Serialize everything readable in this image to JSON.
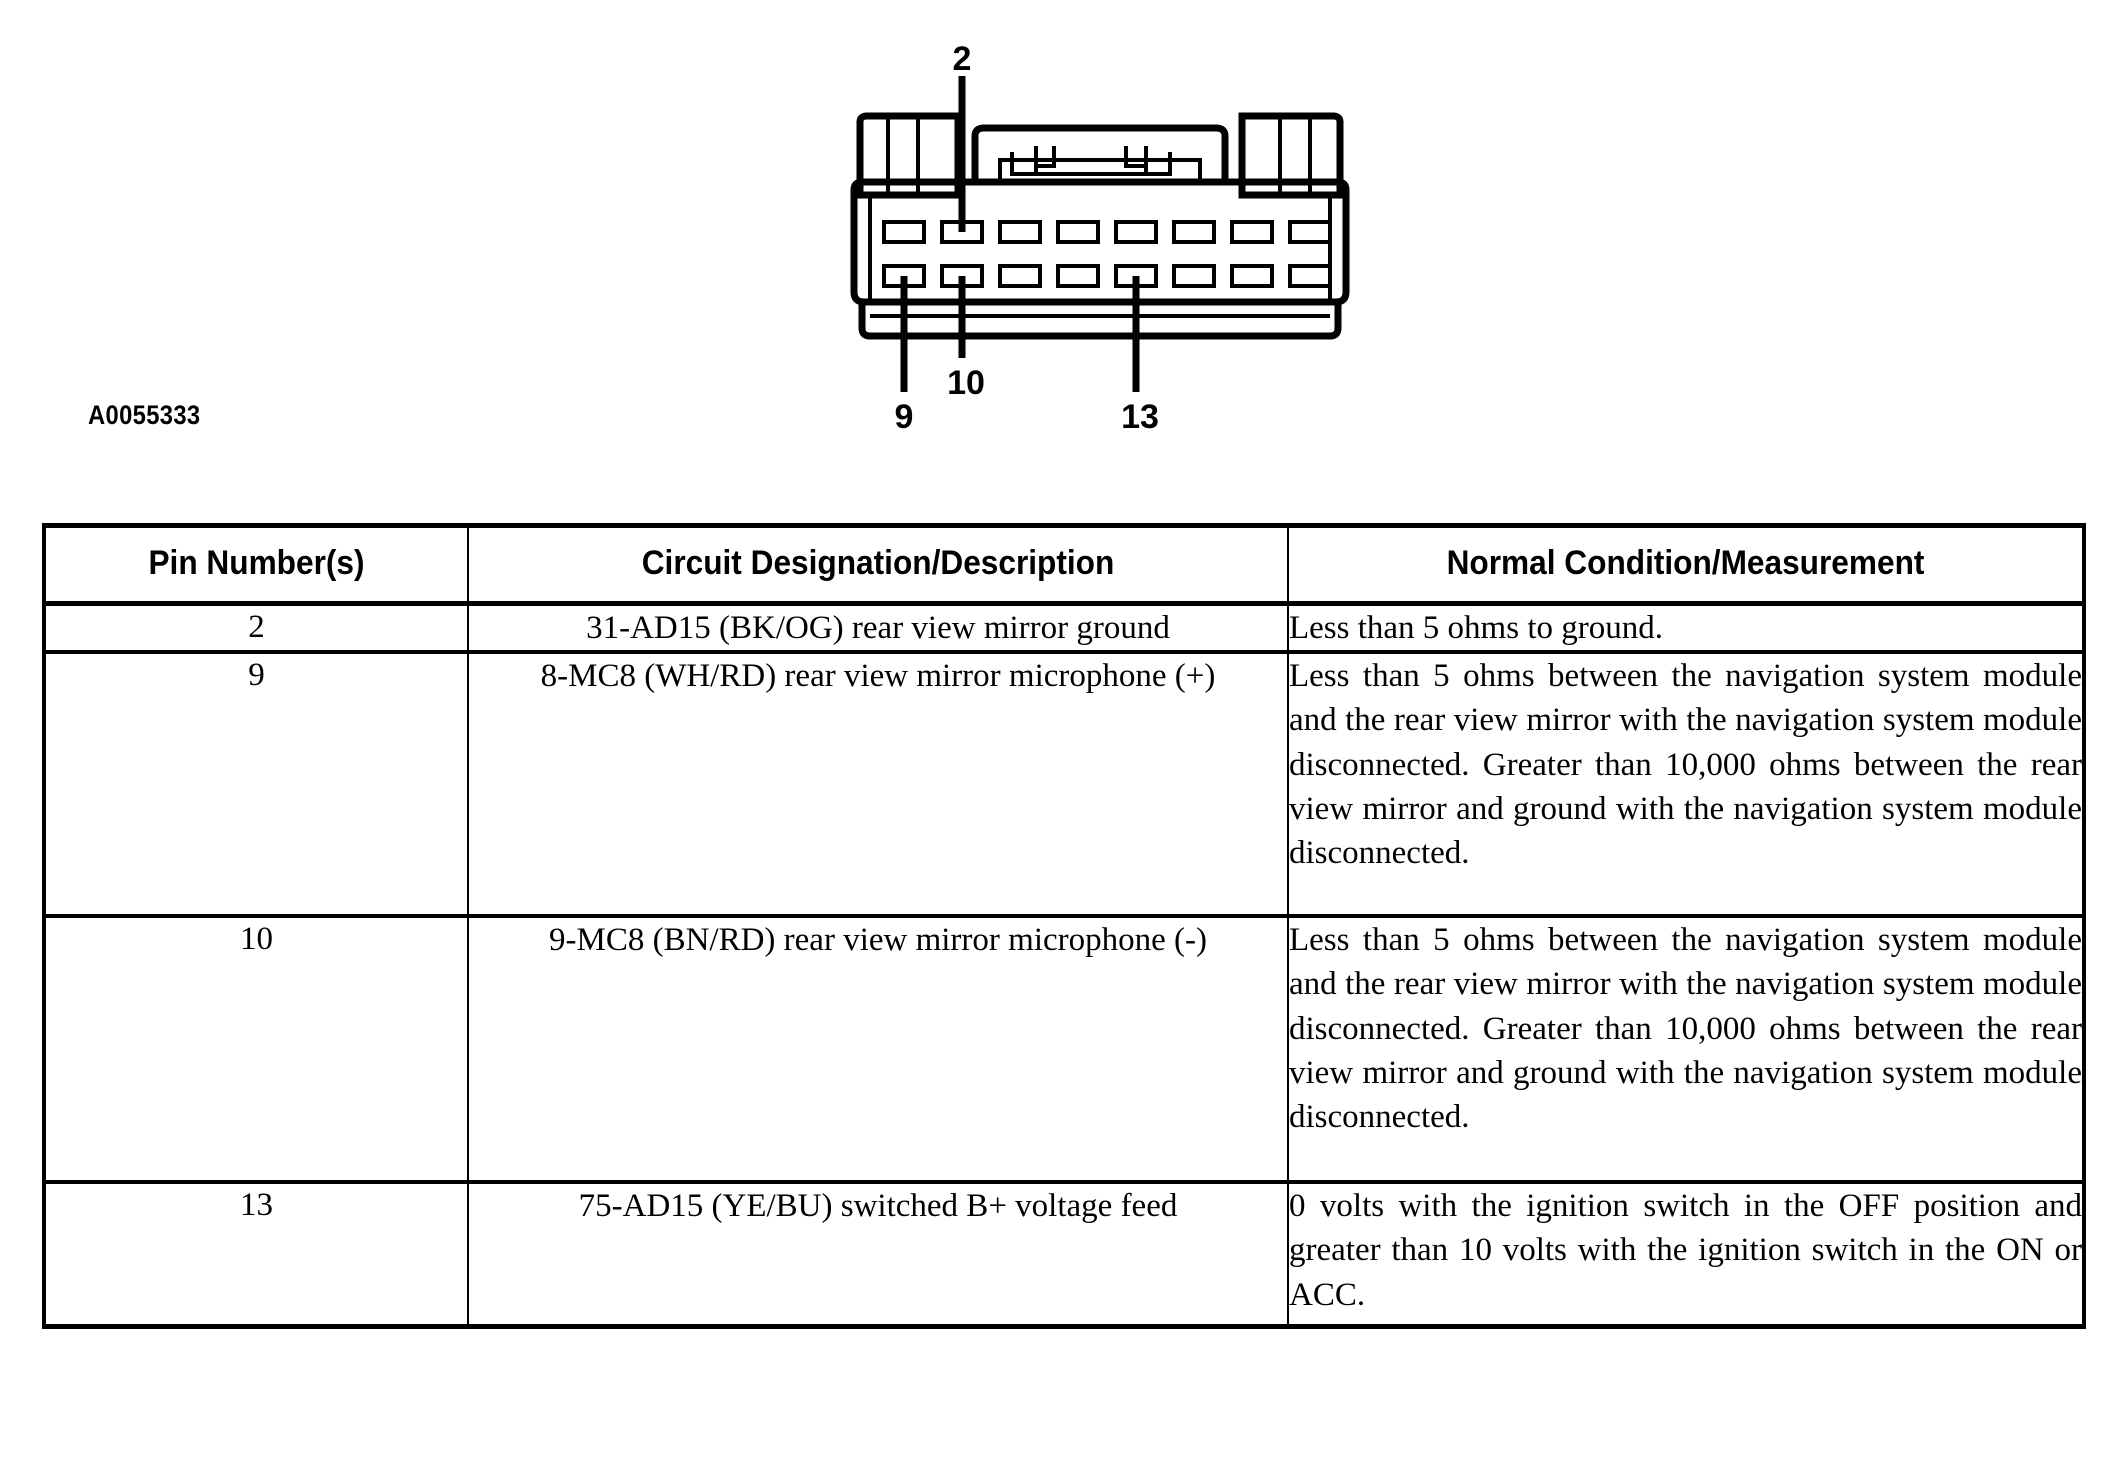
{
  "figure": {
    "id_label": "A0055333",
    "connector_type": "16-cavity two-row wiring harness connector",
    "callouts": [
      {
        "pin": "2",
        "position": "top-row-cavity-2"
      },
      {
        "pin": "9",
        "position": "bottom-row-cavity-1"
      },
      {
        "pin": "10",
        "position": "bottom-row-cavity-2"
      },
      {
        "pin": "13",
        "position": "bottom-row-cavity-5"
      }
    ],
    "top_row_cavities": 8,
    "bottom_row_cavities": 8
  },
  "table": {
    "headers": [
      "Pin Number(s)",
      "Circuit Designation/Description",
      "Normal Condition/Measurement"
    ],
    "rows": [
      {
        "pin": "2",
        "circuit": "31-AD15 (BK/OG) rear view mirror ground",
        "normal": "Less than 5 ohms to ground."
      },
      {
        "pin": "9",
        "circuit": "8-MC8 (WH/RD) rear view mirror microphone (+)",
        "normal": "Less than 5 ohms between the navigation system module and the rear view mirror with the navigation system module disconnected. Greater than 10,000 ohms between the rear view mirror and ground with the navigation system module disconnected."
      },
      {
        "pin": "10",
        "circuit": "9-MC8 (BN/RD) rear view mirror microphone (-)",
        "normal": "Less than 5 ohms between the navigation system module and the rear view mirror with the navigation system module disconnected. Greater than 10,000 ohms between the rear view mirror and ground with the navigation system module disconnected."
      },
      {
        "pin": "13",
        "circuit": "75-AD15 (YE/BU) switched B+ voltage feed",
        "normal": "0 volts with the ignition switch in the OFF position and greater than 10 volts with the ignition switch in the ON or ACC."
      }
    ]
  },
  "colors": {
    "ink": "#000000",
    "page": "#ffffff"
  }
}
